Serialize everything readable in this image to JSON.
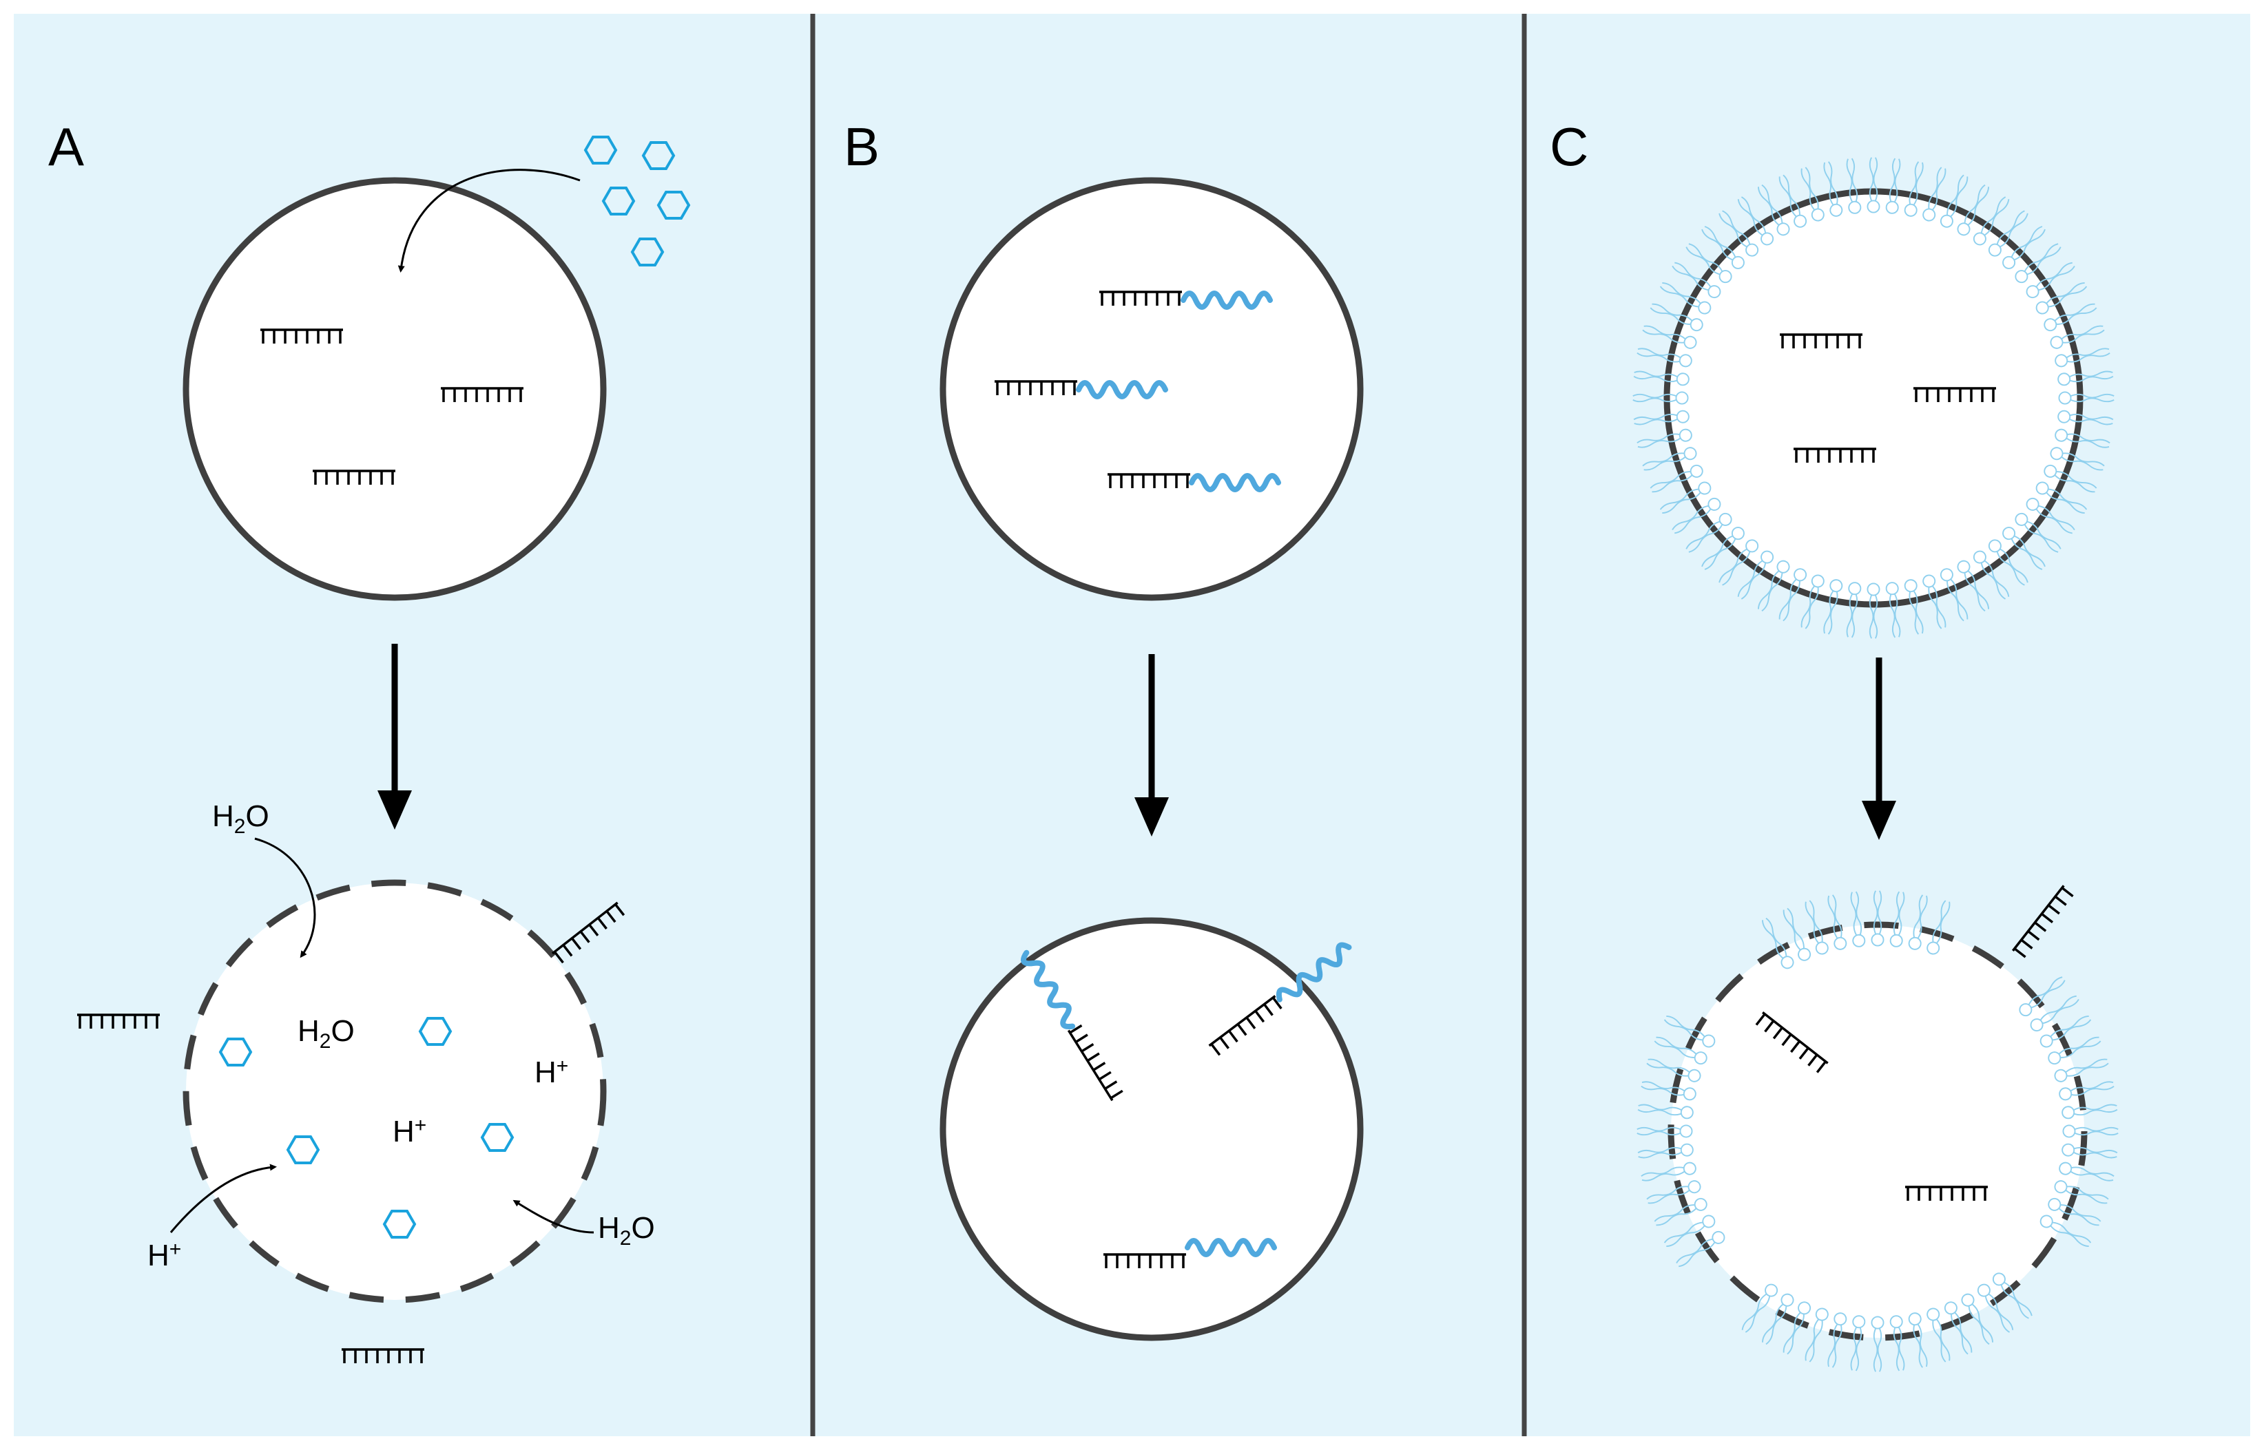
{
  "panels": [
    {
      "label": "A"
    },
    {
      "label": "B"
    },
    {
      "label": "C"
    }
  ],
  "chemistry": {
    "water_top": "H",
    "water_top_sub": "2",
    "water_top_tail": "O",
    "water_center": "H",
    "water_center_sub": "2",
    "water_center_tail": "O",
    "water_right": "H",
    "water_right_sub": "2",
    "water_right_tail": "O",
    "proton_inside_right": "H",
    "proton_inside_center": "H",
    "proton_outside": "H",
    "proton_sup": "+"
  },
  "colors": {
    "background": "#e3f4fb",
    "molecule": "#1aa3dd",
    "tail_wave": "#4fa8de",
    "lipid": "#8fd0ee",
    "outline": "#3f3f3f"
  },
  "icons": [
    "hexagon-molecule-icon",
    "comb-drug-icon",
    "wave-tail-icon",
    "lipid-icon",
    "arrow-icon"
  ]
}
